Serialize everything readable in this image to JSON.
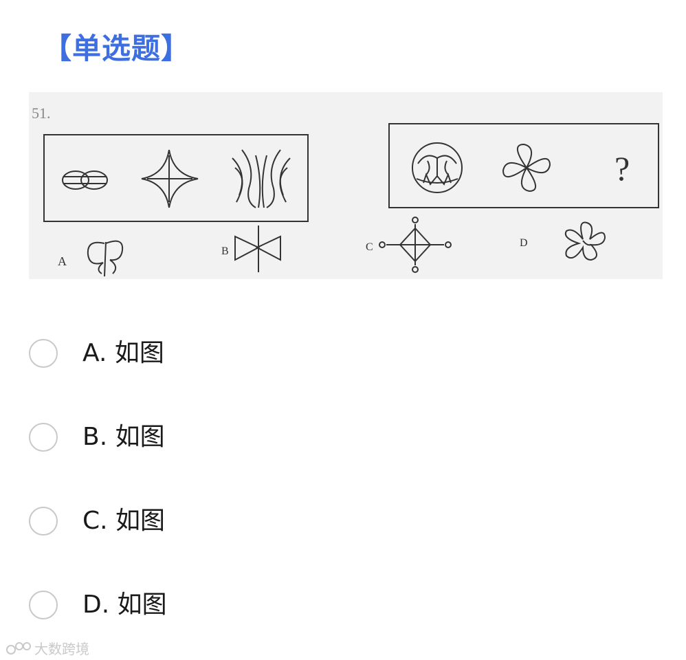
{
  "question": {
    "type_label": "【单选题】",
    "figure": {
      "number_label": "51.",
      "question_mark": "?",
      "option_letters": [
        "A",
        "B",
        "C",
        "D"
      ]
    }
  },
  "options": [
    {
      "label": "A. 如图"
    },
    {
      "label": "B. 如图"
    },
    {
      "label": "C. 如图"
    },
    {
      "label": "D. 如图"
    }
  ],
  "watermark": {
    "text": "大数跨境",
    "icon": "logo-icon"
  },
  "colors": {
    "accent": "#3d6fe0",
    "radio_border": "#c9c9c9",
    "figure_bg": "#f2f2f2",
    "text": "#1a1a1a"
  }
}
